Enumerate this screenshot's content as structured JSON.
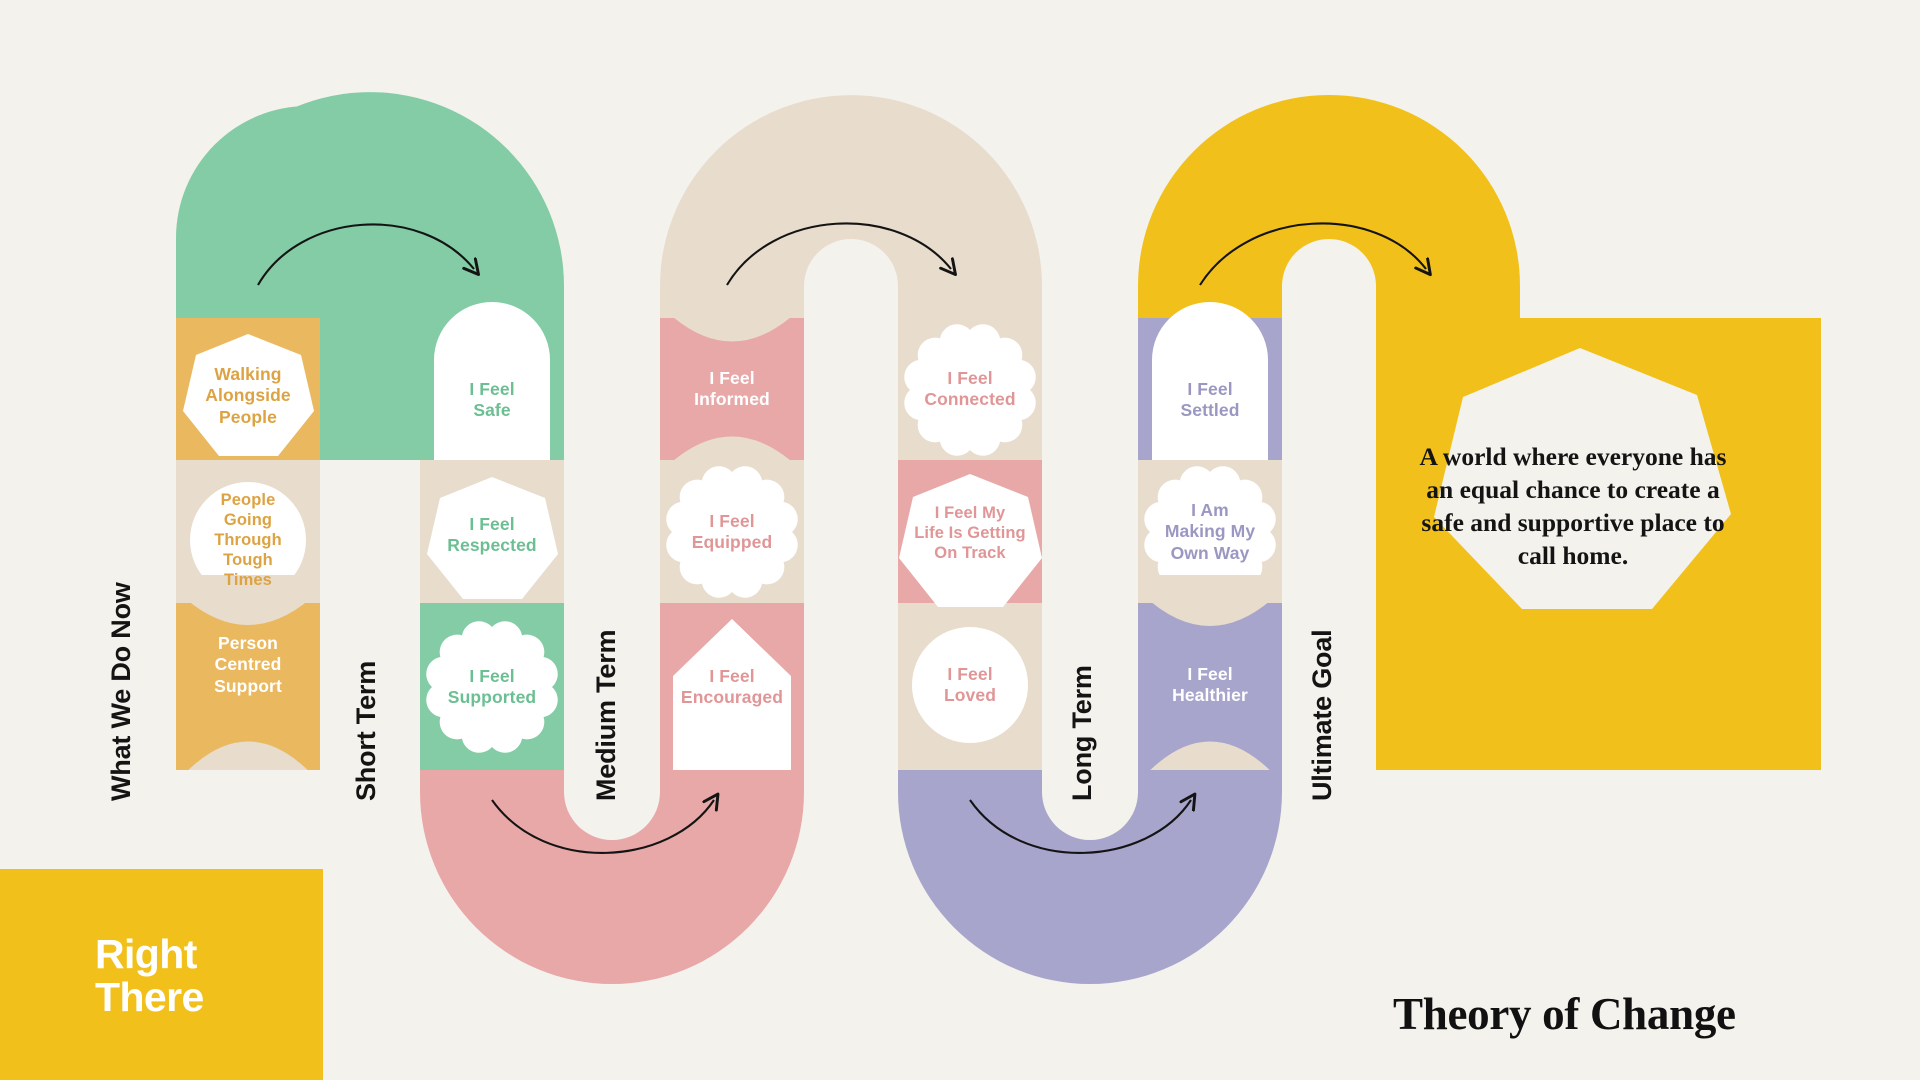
{
  "brand": {
    "logo_line1": "Right",
    "logo_line2": "There",
    "logo_bg": "#f2c01a",
    "logo_fg": "#ffffff"
  },
  "page": {
    "title": "Theory of Change",
    "background": "#f4f2ed"
  },
  "palette": {
    "background": "#f4f2ed",
    "yellow": "#f2c01a",
    "orange": "#eab95f",
    "green": "#83cca5",
    "pink": "#e8a8a8",
    "beige": "#e8dccc",
    "purple": "#a8a5cc",
    "white": "#ffffff",
    "ink": "#141414",
    "orange_text": "#dda343",
    "green_text": "#6cbf92",
    "pink_text": "#e09696",
    "purple_text": "#9a97c2"
  },
  "stages": [
    {
      "id": "what-we-do-now",
      "label": "What We Do Now",
      "band_color": "#eab95f",
      "arch_color": "#83cca5",
      "nodes": [
        {
          "id": "walking-alongside-people",
          "text": "Walking\nAlongside\nPeople",
          "shape": "heptagon",
          "fill": "#ffffff",
          "text_color": "#dda343",
          "cell_color": "#eab95f"
        },
        {
          "id": "people-going-through-tough-times",
          "text": "People\nGoing\nThrough\nTough\nTimes",
          "shape": "circle",
          "fill": "#ffffff",
          "text_color": "#dda343",
          "cell_color": "#e8dccc"
        },
        {
          "id": "person-centred-support",
          "text": "Person\nCentred\nSupport",
          "shape": "quatrefoil-inverse",
          "fill": "#eab95f",
          "text_color": "#ffffff",
          "cell_color": "#e8dccc"
        }
      ]
    },
    {
      "id": "short-term",
      "label": "Short Term",
      "band_color": "#83cca5",
      "arch_color": "#e8a8a8",
      "nodes": [
        {
          "id": "i-feel-safe",
          "text": "I Feel\nSafe",
          "shape": "arch",
          "fill": "#ffffff",
          "text_color": "#6cbf92",
          "cell_color": "#83cca5"
        },
        {
          "id": "i-feel-respected",
          "text": "I Feel\nRespected",
          "shape": "heptagon",
          "fill": "#ffffff",
          "text_color": "#6cbf92",
          "cell_color": "#e8dccc"
        },
        {
          "id": "i-feel-supported",
          "text": "I Feel\nSupported",
          "shape": "scallop",
          "fill": "#ffffff",
          "text_color": "#6cbf92",
          "cell_color": "#83cca5"
        }
      ]
    },
    {
      "id": "medium-term",
      "label": "Medium Term",
      "band_color": "#e8a8a8",
      "arch_color": "#e8dccc",
      "nodes": [
        {
          "id": "i-feel-informed",
          "text": "I Feel\nInformed",
          "shape": "quatrefoil-inverse",
          "fill": "#e8a8a8",
          "text_color": "#ffffff",
          "cell_color": "#e8dccc"
        },
        {
          "id": "i-feel-equipped",
          "text": "I Feel\nEquipped",
          "shape": "scallop",
          "fill": "#ffffff",
          "text_color": "#e09696",
          "cell_color": "#e8dccc"
        },
        {
          "id": "i-feel-encouraged",
          "text": "I Feel\nEncouraged",
          "shape": "home",
          "fill": "#ffffff",
          "text_color": "#e09696",
          "cell_color": "#e8a8a8"
        }
      ]
    },
    {
      "id": "long-term",
      "label": "Long Term",
      "band_color": "#e8dccc",
      "arch_color": "#a8a5cc",
      "nodes": [
        {
          "id": "i-feel-connected",
          "text": "I Feel\nConnected",
          "shape": "scallop",
          "fill": "#ffffff",
          "text_color": "#e09696",
          "cell_color": "#e8dccc"
        },
        {
          "id": "i-feel-my-life-is-getting-on-track",
          "text": "I Feel My\nLife Is Getting\nOn Track",
          "shape": "heptagon",
          "fill": "#ffffff",
          "text_color": "#e09696",
          "cell_color": "#e8a8a8"
        },
        {
          "id": "i-feel-loved",
          "text": "I Feel\nLoved",
          "shape": "circle",
          "fill": "#ffffff",
          "text_color": "#e09696",
          "cell_color": "#e8dccc"
        }
      ]
    },
    {
      "id": "ultimate-goal",
      "label": "Ultimate Goal",
      "band_color": "#a8a5cc",
      "arch_color": "#f2c01a",
      "nodes": [
        {
          "id": "i-feel-settled",
          "text": "I Feel\nSettled",
          "shape": "arch",
          "fill": "#ffffff",
          "text_color": "#9a97c2",
          "cell_color": "#a8a5cc"
        },
        {
          "id": "i-am-making-my-own-way",
          "text": "I Am\nMaking My\nOwn Way",
          "shape": "scallop",
          "fill": "#ffffff",
          "text_color": "#9a97c2",
          "cell_color": "#e8dccc"
        },
        {
          "id": "i-feel-healthier",
          "text": "I Feel\nHealthier",
          "shape": "quatrefoil-inverse",
          "fill": "#a8a5cc",
          "text_color": "#ffffff",
          "cell_color": "#e8dccc"
        }
      ]
    }
  ],
  "goal": {
    "statement": "A world where everyone has an equal chance to create a safe and supportive place to call home.",
    "panel_color": "#f2c01a",
    "shape": "heptagon",
    "shape_fill": "#f4f2ed"
  },
  "arrows": [
    {
      "id": "arrow-top-1",
      "direction": "left-to-right",
      "position": "top"
    },
    {
      "id": "arrow-bottom-1",
      "direction": "left-to-right",
      "position": "bottom"
    },
    {
      "id": "arrow-top-2",
      "direction": "left-to-right",
      "position": "top"
    },
    {
      "id": "arrow-bottom-2",
      "direction": "left-to-right",
      "position": "bottom"
    },
    {
      "id": "arrow-top-3",
      "direction": "left-to-right",
      "position": "top"
    }
  ]
}
